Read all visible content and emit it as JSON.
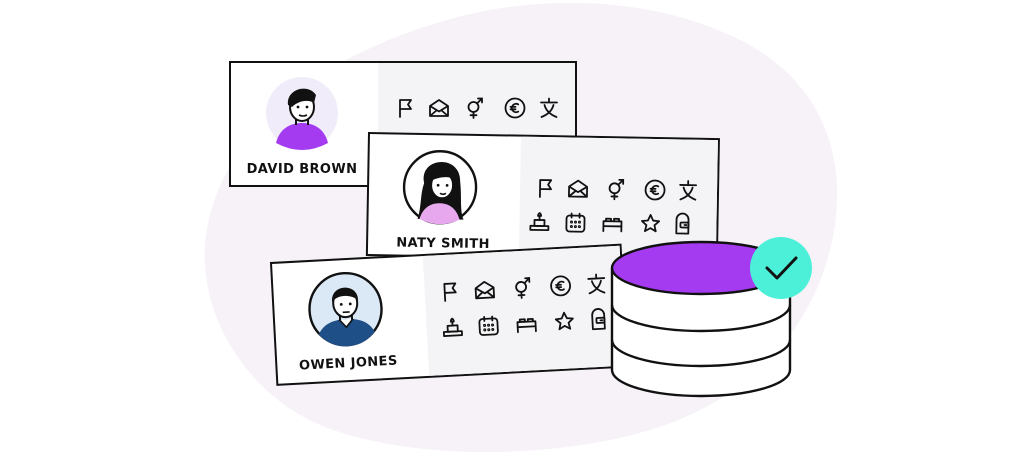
{
  "colors": {
    "blob": "#f6f2f8",
    "outline": "#111111",
    "card_left_panel": "#ffffff",
    "card_right_panel": "#f4f4f6",
    "avatar_bg": "#f1ecfa",
    "accent_purple": "#a43bf0",
    "check_teal": "#4cf0d8",
    "owen_shirt": "#1e4f86",
    "owen_avatar_bg": "#dbe9f7",
    "naty_top": "#e7a8ee"
  },
  "cards": [
    {
      "id": "david",
      "name": "DAVID BROWN",
      "avatar_icon": "man-avatar-icon",
      "icons": [
        "flag-icon",
        "envelope-icon",
        "gender-icon",
        "euro-icon",
        "language-icon"
      ]
    },
    {
      "id": "naty",
      "name": "NATY SMITH",
      "avatar_icon": "woman-avatar-icon",
      "icons": [
        "flag-icon",
        "envelope-icon",
        "gender-icon",
        "euro-icon",
        "language-icon",
        "birthday-cake-icon",
        "calendar-icon",
        "bed-icon",
        "star-icon",
        "door-icon"
      ]
    },
    {
      "id": "owen",
      "name": "OWEN JONES",
      "avatar_icon": "man-with-shirt-avatar-icon",
      "icons": [
        "flag-icon",
        "envelope-icon",
        "gender-icon",
        "euro-icon",
        "language-icon",
        "birthday-cake-icon",
        "calendar-icon",
        "bed-icon",
        "star-icon",
        "door-icon"
      ]
    }
  ],
  "database": {
    "icon": "database-icon",
    "status_icon": "checkmark-icon"
  }
}
